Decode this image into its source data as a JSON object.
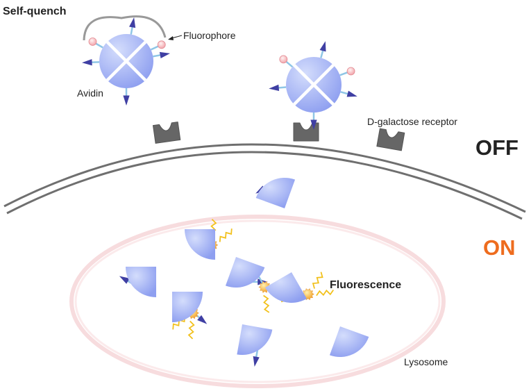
{
  "labels": {
    "self_quench": "Self-quench",
    "fluorophore": "Fluorophore",
    "avidin": "Avidin",
    "receptor": "D-galactose receptor",
    "off": "OFF",
    "on": "ON",
    "fluorescence": "Fluorescence",
    "lysosome": "Lysosome"
  },
  "colors": {
    "avidin_body": "#a7b6f2",
    "arrow_head": "#3f3fa3",
    "stem": "#8fc6e6",
    "fluorophore_quenched": "#f4b9bd",
    "fluorophore_active": "#f4a72c",
    "emission": "#f2c11d",
    "membrane": "#6f6f6f",
    "receptor": "#666666",
    "lysosome_outline": "#f6d4d6",
    "on_text": "#ee6c1e",
    "off_text": "#000000"
  },
  "icons": {
    "receptor": "receptor-cup-icon",
    "avidin": "avidin-tetramer-icon",
    "fragment": "avidin-fragment-icon"
  }
}
